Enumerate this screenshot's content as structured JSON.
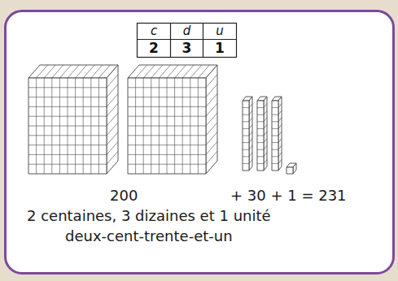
{
  "diagram": {
    "nodes": [
      {
        "text": [
          "200",
          "+ 30 + 1 = 231",
          "2 centaines, 3 dizaines et 1 unité",
          "deux-cent-trente-et-un"
        ]
      }
    ],
    "labels": [
      "c",
      "d",
      "u",
      "2",
      "3",
      "1"
    ]
  }
}
